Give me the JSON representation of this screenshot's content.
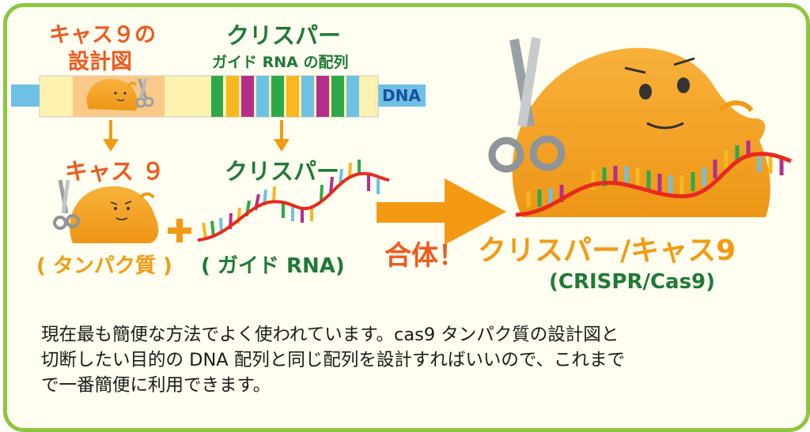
{
  "labels": {
    "cas9_blueprint_line1": "キャス９の",
    "cas9_blueprint_line2": "設計図",
    "crispr_top": "クリスパー",
    "guide_rna_seq": "ガイド RNA の配列",
    "dna": "DNA",
    "cas9_mid": "キャス ９",
    "crispr_mid": "クリスパー",
    "protein": "( タンパク質 )",
    "guide_rna": "( ガイド RNA)",
    "plus": "+",
    "combine": "合体！",
    "result_title": "クリスパー/キャス9",
    "result_sub": "(CRISPR/Cas9)"
  },
  "caption": [
    "現在最も簡便な方法でよく使われています。cas9 タンパク質の設計図と",
    "切断したい目的の DNA 配列と同じ配列を設計すればいいので、これまで",
    "で一番簡便に利用できます。"
  ],
  "colors": {
    "frame": "#8cc63f",
    "orange_text": "#ee5a1e",
    "green_text": "#1f7a36",
    "amber_text": "#f39a12",
    "enzyme": "#f5a623",
    "rna_strand": "#e8291c",
    "dna_blue": "#6ec1e4"
  },
  "icons": [
    "scissors-icon",
    "cas9-blob-icon",
    "arrow-down-icon",
    "arrow-right-icon"
  ]
}
